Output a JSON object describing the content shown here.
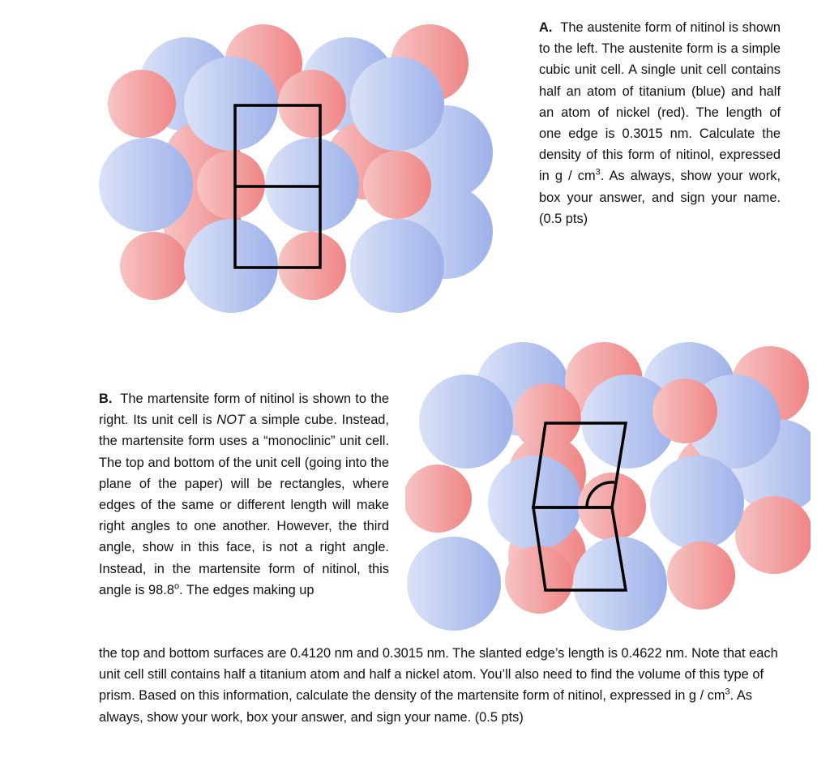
{
  "part_a": {
    "label": "A.",
    "text_1": "The austenite form of nitinol is shown to the left. The austenite form is a simple cubic unit cell. A single unit cell contains half an atom of titanium (blue) and half an atom of nickel (red). The length of one edge is 0.3015 nm. Calculate the density of this form of nitinol, expressed in g / cm",
    "exponent": "3",
    "text_2": ". As always, show your work, box your answer, and sign your name. (0.5 pts)"
  },
  "part_b": {
    "label": "B.",
    "text_1": "The martensite form of nitinol is shown to the right. Its unit cell is ",
    "not_word": "NOT",
    "text_2": " a simple cube. Instead, the martensite form uses a “monoclinic” unit cell. The top and bottom of the unit cell (going into the plane of the paper) will be rectangles, where edges of the same or different length will make right angles to one another. However, the third angle, show in this face, is not a right angle. Instead, in the martensite form of nitinol, this angle is 98.8",
    "degree": "o",
    "text_3": ".  The edges making up",
    "text_4": "the top and bottom surfaces are 0.4120 nm and 0.3015 nm. The slanted edge’s length is 0.4622 nm. Note that each unit cell still contains half a titanium atom and half a nickel atom. You’ll also need to find the volume of this type of prism. Based on this information, calculate the density of the martensite form of nitinol, expressed in g / cm",
    "exponent": "3",
    "text_5": ". As always, show your work, box your answer, and sign your name. (0.5 pts)"
  },
  "colors": {
    "titanium_blue": "#a7b8ee",
    "nickel_red": "#f08f8f",
    "outline": "#000000"
  }
}
